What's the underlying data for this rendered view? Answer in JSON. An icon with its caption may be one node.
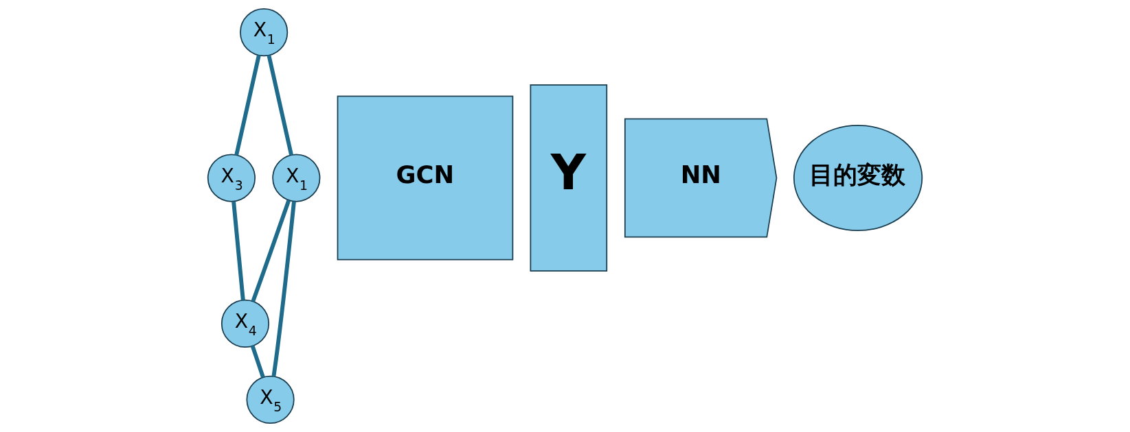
{
  "diagram": {
    "nodes": [
      {
        "text": [
          "X$_{1}$"
        ]
      },
      {
        "text": [
          "X$_{3}$"
        ]
      },
      {
        "text": [
          "X$_{1}$"
        ]
      },
      {
        "text": [
          "X$_{4}$"
        ]
      },
      {
        "text": [
          "X$_{5}$"
        ]
      },
      {
        "text": [
          "GCN"
        ]
      },
      {
        "text": [
          "Y"
        ]
      },
      {
        "text": [
          "NN"
        ]
      },
      {
        "text": [
          "目的変数"
        ]
      }
    ],
    "edges": [
      {
        "from": 0,
        "to": 1,
        "arrow": "none"
      },
      {
        "from": 0,
        "to": 2,
        "arrow": "none"
      },
      {
        "from": 1,
        "to": 3,
        "arrow": "none"
      },
      {
        "from": 2,
        "to": 3,
        "arrow": "none"
      },
      {
        "from": 3,
        "to": 4,
        "arrow": "none"
      },
      {
        "from": 2,
        "to": 4,
        "arrow": "none"
      }
    ]
  }
}
